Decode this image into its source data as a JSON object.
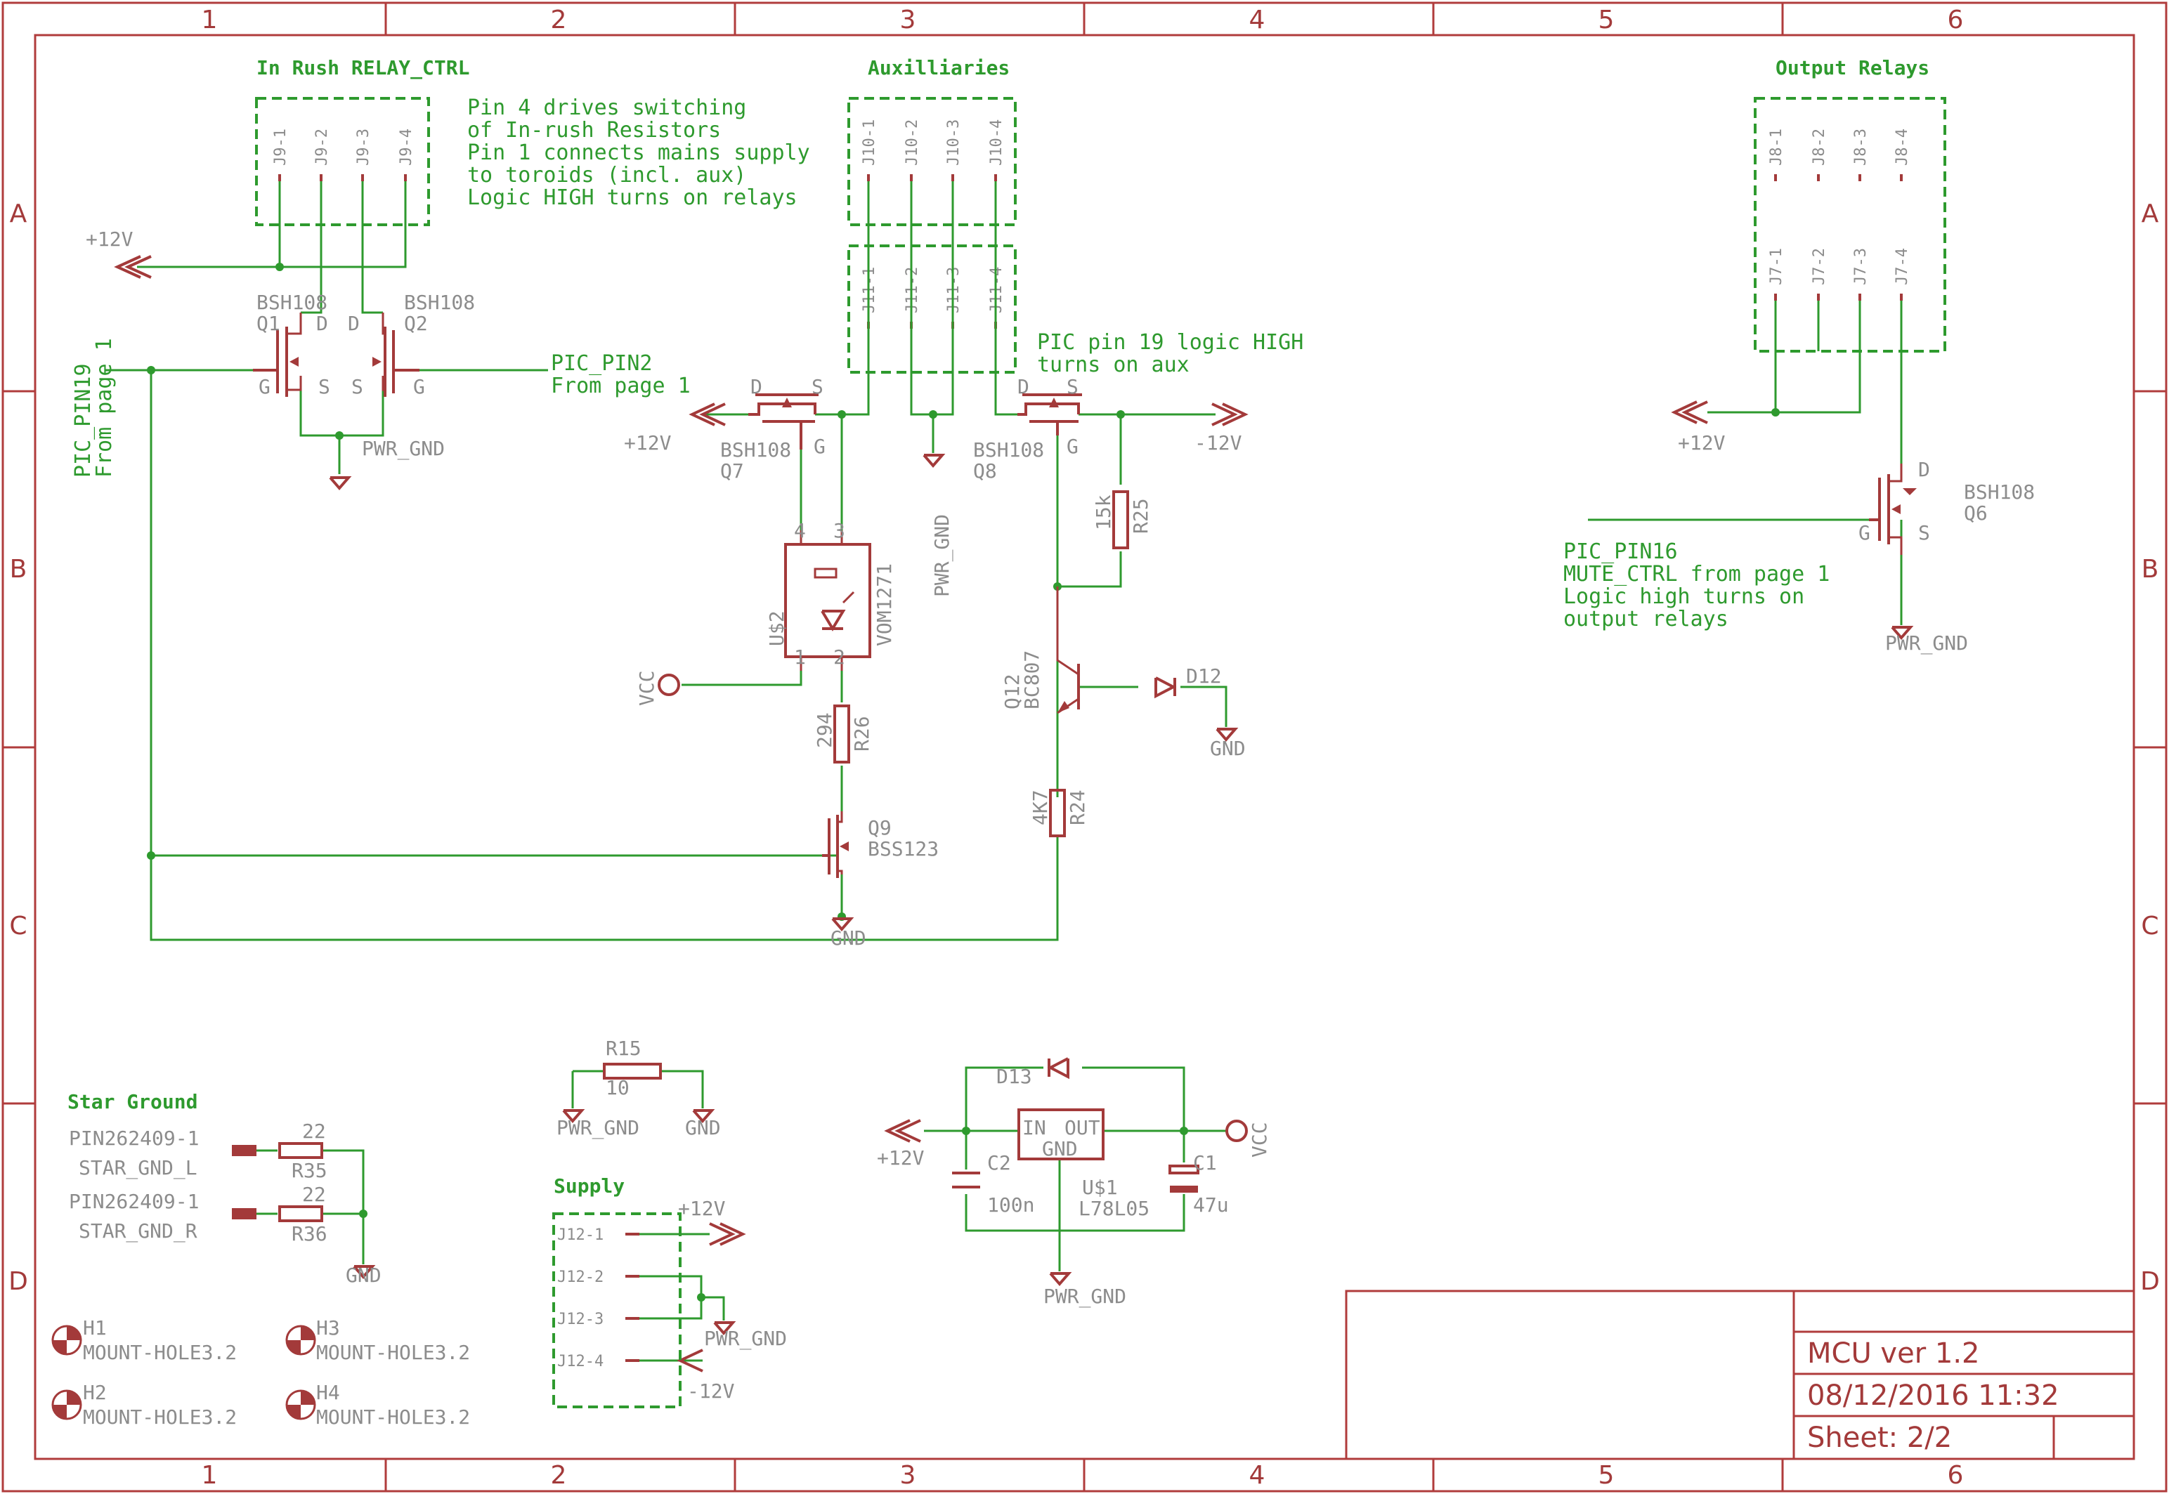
{
  "grid": {
    "columns": [
      "1",
      "2",
      "3",
      "4",
      "5",
      "6"
    ],
    "rows": [
      "A",
      "B",
      "C",
      "D"
    ]
  },
  "titleblock": {
    "title": "MCU ver 1.2",
    "datetime": "08/12/2016 11:32",
    "sheet": "Sheet: 2/2"
  },
  "sections": {
    "inrush": "In Rush RELAY_CTRL",
    "aux": "Auxilliaries",
    "output": "Output Relays",
    "star": "Star Ground",
    "supply": "Supply"
  },
  "notes": {
    "inrush": [
      "Pin 4 drives switching",
      "of In-rush Resistors",
      "Pin 1 connects mains supply",
      "to toroids (incl. aux)",
      "Logic HIGH turns on relays"
    ],
    "aux": [
      "PIC pin 19 logic HIGH",
      "turns on aux"
    ],
    "mute": [
      "PIC_PIN16",
      "MUTE_CTRL from page 1",
      "Logic high turns on",
      "output relays"
    ],
    "pic19": [
      "PIC_PIN19",
      "From page 1"
    ],
    "pic2": [
      "PIC_PIN2",
      "From page 1"
    ]
  },
  "connectors": {
    "j9": [
      "J9-1",
      "J9-2",
      "J9-3",
      "J9-4"
    ],
    "j10": [
      "J10-1",
      "J10-2",
      "J10-3",
      "J10-4"
    ],
    "j11": [
      "J11-1",
      "J11-2",
      "J11-3",
      "J11-4"
    ],
    "j8": [
      "J8-1",
      "J8-2",
      "J8-3",
      "J8-4"
    ],
    "j7": [
      "J7-1",
      "J7-2",
      "J7-3",
      "J7-4"
    ],
    "j12": [
      "J12-1",
      "J12-2",
      "J12-3",
      "J12-4"
    ]
  },
  "parts": {
    "q1": {
      "ref": "Q1",
      "val": "BSH108"
    },
    "q2": {
      "ref": "Q2",
      "val": "BSH108"
    },
    "q6": {
      "ref": "Q6",
      "val": "BSH108"
    },
    "q7": {
      "ref": "Q7",
      "val": "BSH108"
    },
    "q8": {
      "ref": "Q8",
      "val": "BSH108"
    },
    "q9": {
      "ref": "Q9",
      "val": "BSS123"
    },
    "q12": {
      "ref": "Q12",
      "val": "BC807"
    },
    "u2": {
      "ref": "U$2",
      "val": "VOM1271"
    },
    "u1": {
      "ref": "U$1",
      "val": "L78L05"
    },
    "r25": {
      "ref": "R25",
      "val": "15k"
    },
    "r26": {
      "ref": "R26",
      "val": "294"
    },
    "r24": {
      "ref": "R24",
      "val": "4K7"
    },
    "r15": {
      "ref": "R15",
      "val": "10"
    },
    "r35": {
      "ref": "R35",
      "val": "22"
    },
    "r36": {
      "ref": "R36",
      "val": "22"
    },
    "d12": {
      "ref": "D12"
    },
    "d13": {
      "ref": "D13"
    },
    "c1": {
      "ref": "C1",
      "val": "47u"
    },
    "c2": {
      "ref": "C2",
      "val": "100n"
    },
    "h1": {
      "ref": "H1",
      "val": "MOUNT-HOLE3.2"
    },
    "h2": {
      "ref": "H2",
      "val": "MOUNT-HOLE3.2"
    },
    "h3": {
      "ref": "H3",
      "val": "MOUNT-HOLE3.2"
    },
    "h4": {
      "ref": "H4",
      "val": "MOUNT-HOLE3.2"
    }
  },
  "pins": {
    "g": "G",
    "d": "D",
    "s": "S",
    "u2_1": "1",
    "u2_2": "2",
    "u2_3": "3",
    "u2_4": "4",
    "in": "IN",
    "out": "OUT",
    "gnd": "GND"
  },
  "nets": {
    "p12v": "+12V",
    "m12v": "-12V",
    "gnd": "GND",
    "pwr_gnd": "PWR_GND",
    "vcc": "VCC",
    "pin262409": "PIN262409-1",
    "star_l": "STAR_GND_L",
    "star_r": "STAR_GND_R"
  }
}
